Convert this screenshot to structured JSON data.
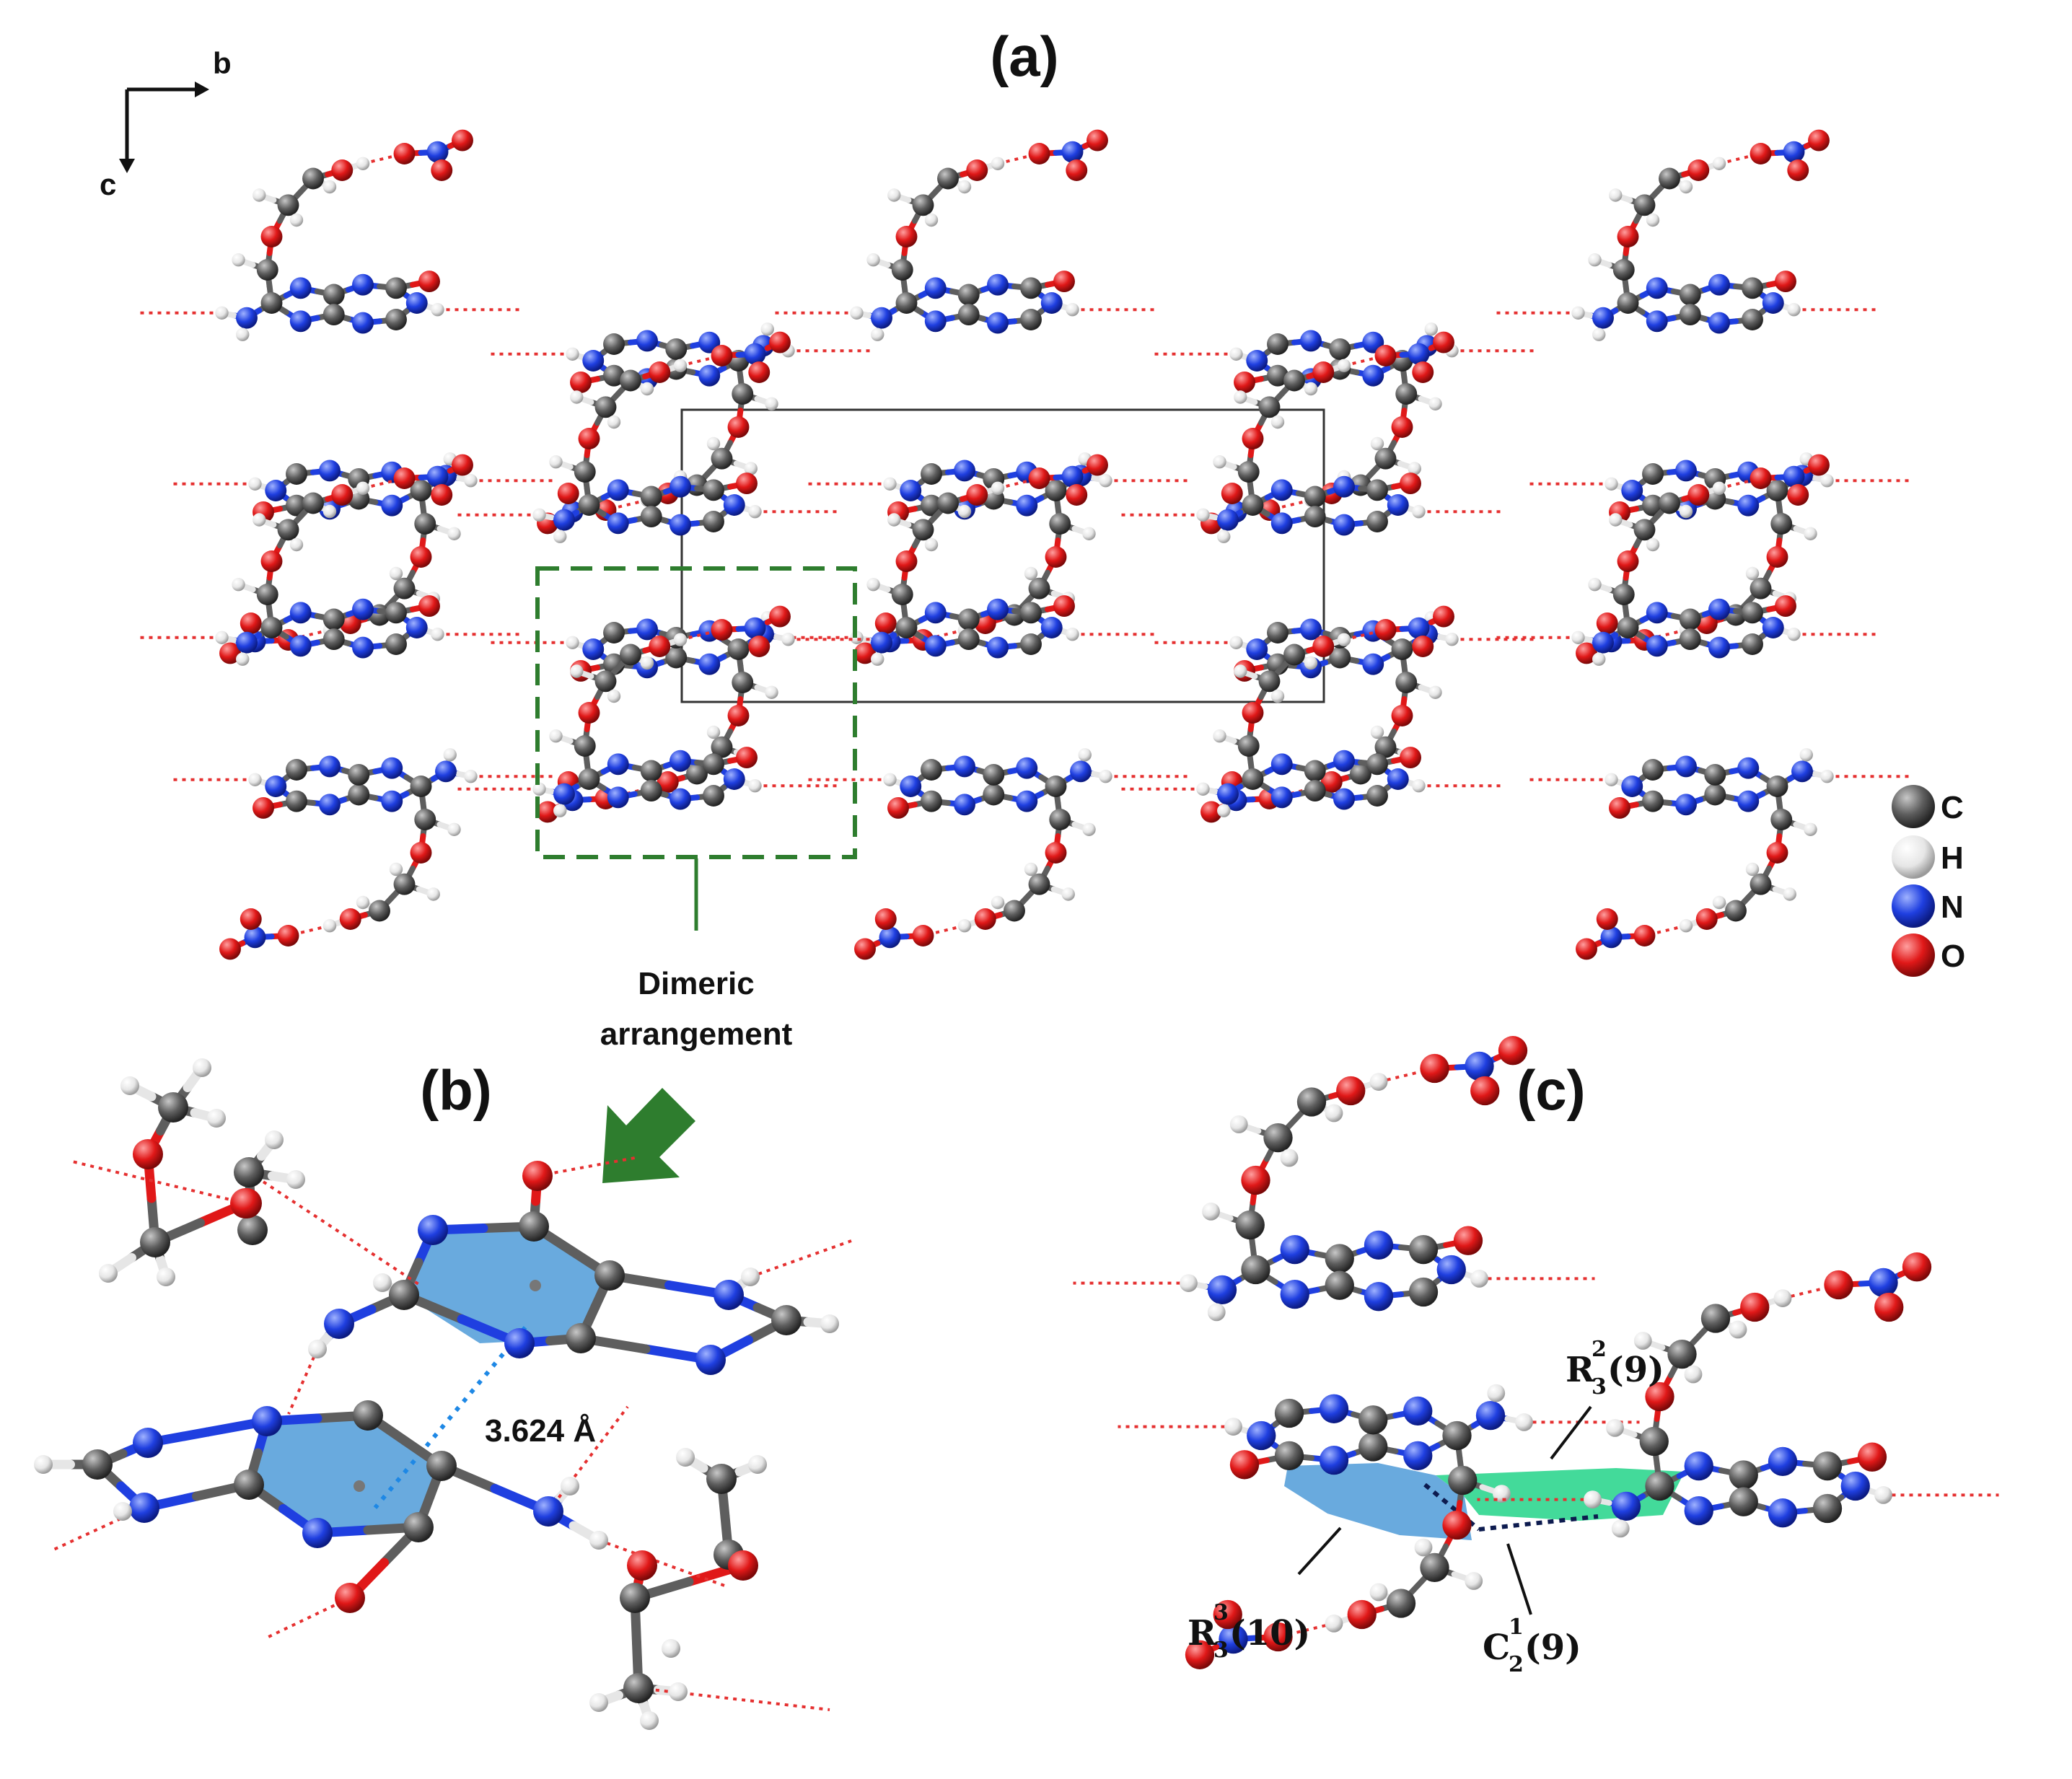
{
  "panels": {
    "a": "(a)",
    "b": "(b)",
    "c": "(c)"
  },
  "axes": {
    "b": "b",
    "c": "c"
  },
  "annotations": {
    "dimeric_line1": "Dimeric",
    "dimeric_line2": "arrangement",
    "distance": "3.624 Å"
  },
  "graph_sets": [
    {
      "base": "R",
      "sup": "2",
      "sub": "3",
      "paren": "(9)"
    },
    {
      "base": "R",
      "sup": "3",
      "sub": "3",
      "paren": "(10)"
    },
    {
      "base": "C",
      "sup": "1",
      "sub": "2",
      "paren": "(9)"
    }
  ],
  "legend": [
    {
      "label": "C",
      "color": "#5e5e5e"
    },
    {
      "label": "H",
      "color": "#e6e6e6"
    },
    {
      "label": "N",
      "color": "#1f3fe0"
    },
    {
      "label": "O",
      "color": "#e01818"
    }
  ],
  "colors": {
    "carbon": "#5e5e5e",
    "hydrogen": "#e6e6e6",
    "nitrogen": "#1f3fe0",
    "oxygen": "#e01818",
    "hbond": "#e53030",
    "ring_fill": "#4f9bd8",
    "ring_fill_green": "#2fd68f",
    "arrow": "#2e7d2e",
    "dimer_box": "#2e7d2e"
  }
}
